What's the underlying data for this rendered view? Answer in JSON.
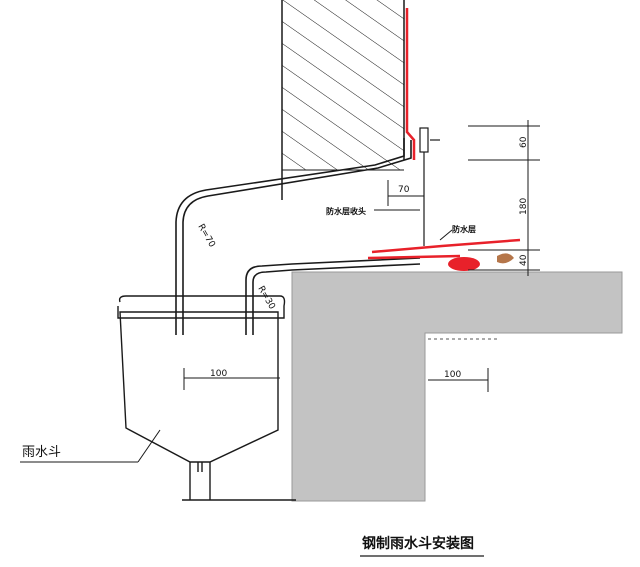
{
  "title": "钢制雨水斗安装图",
  "labels": {
    "hopper": "雨水斗",
    "flashing_bracket": "防水层收头",
    "waterproof_layer": "防水层"
  },
  "dimensions": {
    "top_offset": "60",
    "height": "180",
    "bottom_offset": "40",
    "flashing_gap": "70",
    "hopper_offset": "100",
    "slab_offset": "100",
    "bend_radius_top": "R=70",
    "bend_radius_bottom": "R=30"
  },
  "colors": {
    "line": "#1a1a1a",
    "highlight": "#e8212a",
    "concrete": "#c3c3c3",
    "accent": "#b5764a"
  }
}
